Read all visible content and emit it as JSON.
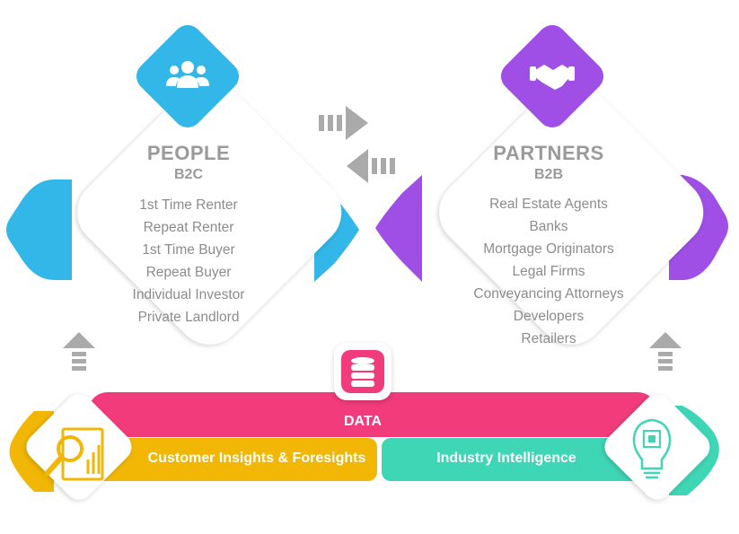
{
  "people": {
    "title": "PEOPLE",
    "subtitle": "B2C",
    "items": [
      "1st Time Renter",
      "Repeat Renter",
      "1st Time Buyer",
      "Repeat Buyer",
      "Individual Investor",
      "Private Landlord"
    ],
    "icon": "people-group-icon",
    "color": "#33b6e8"
  },
  "partners": {
    "title": "PARTNERS",
    "subtitle": "B2B",
    "items": [
      "Real Estate Agents",
      "Banks",
      "Mortgage Originators",
      "Legal Firms",
      "Conveyancing Attorneys",
      "Developers",
      "Retailers"
    ],
    "icon": "handshake-icon",
    "color": "#9f4fe6"
  },
  "data_bar": {
    "label": "DATA",
    "icon": "database-icon",
    "color": "#f23b7b"
  },
  "insights_bar": {
    "label": "Customer Insights & Foresights",
    "icon": "report-magnifier-icon",
    "color": "#f2b705"
  },
  "intelligence_bar": {
    "label": "Industry Intelligence",
    "icon": "lightbulb-chip-icon",
    "color": "#3ed6b5"
  },
  "text_color": "#9a9a9a"
}
